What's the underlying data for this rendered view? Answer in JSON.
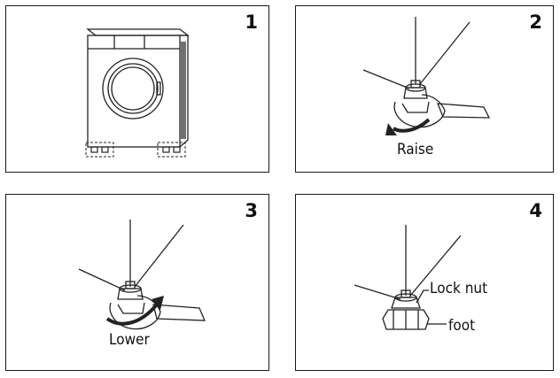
{
  "panels": [
    {
      "number": "1"
    },
    {
      "number": "2",
      "caption": "Raise"
    },
    {
      "number": "3",
      "caption": "Lower"
    },
    {
      "number": "4",
      "labels": {
        "lock_nut": "Lock nut",
        "foot": "foot"
      }
    }
  ]
}
